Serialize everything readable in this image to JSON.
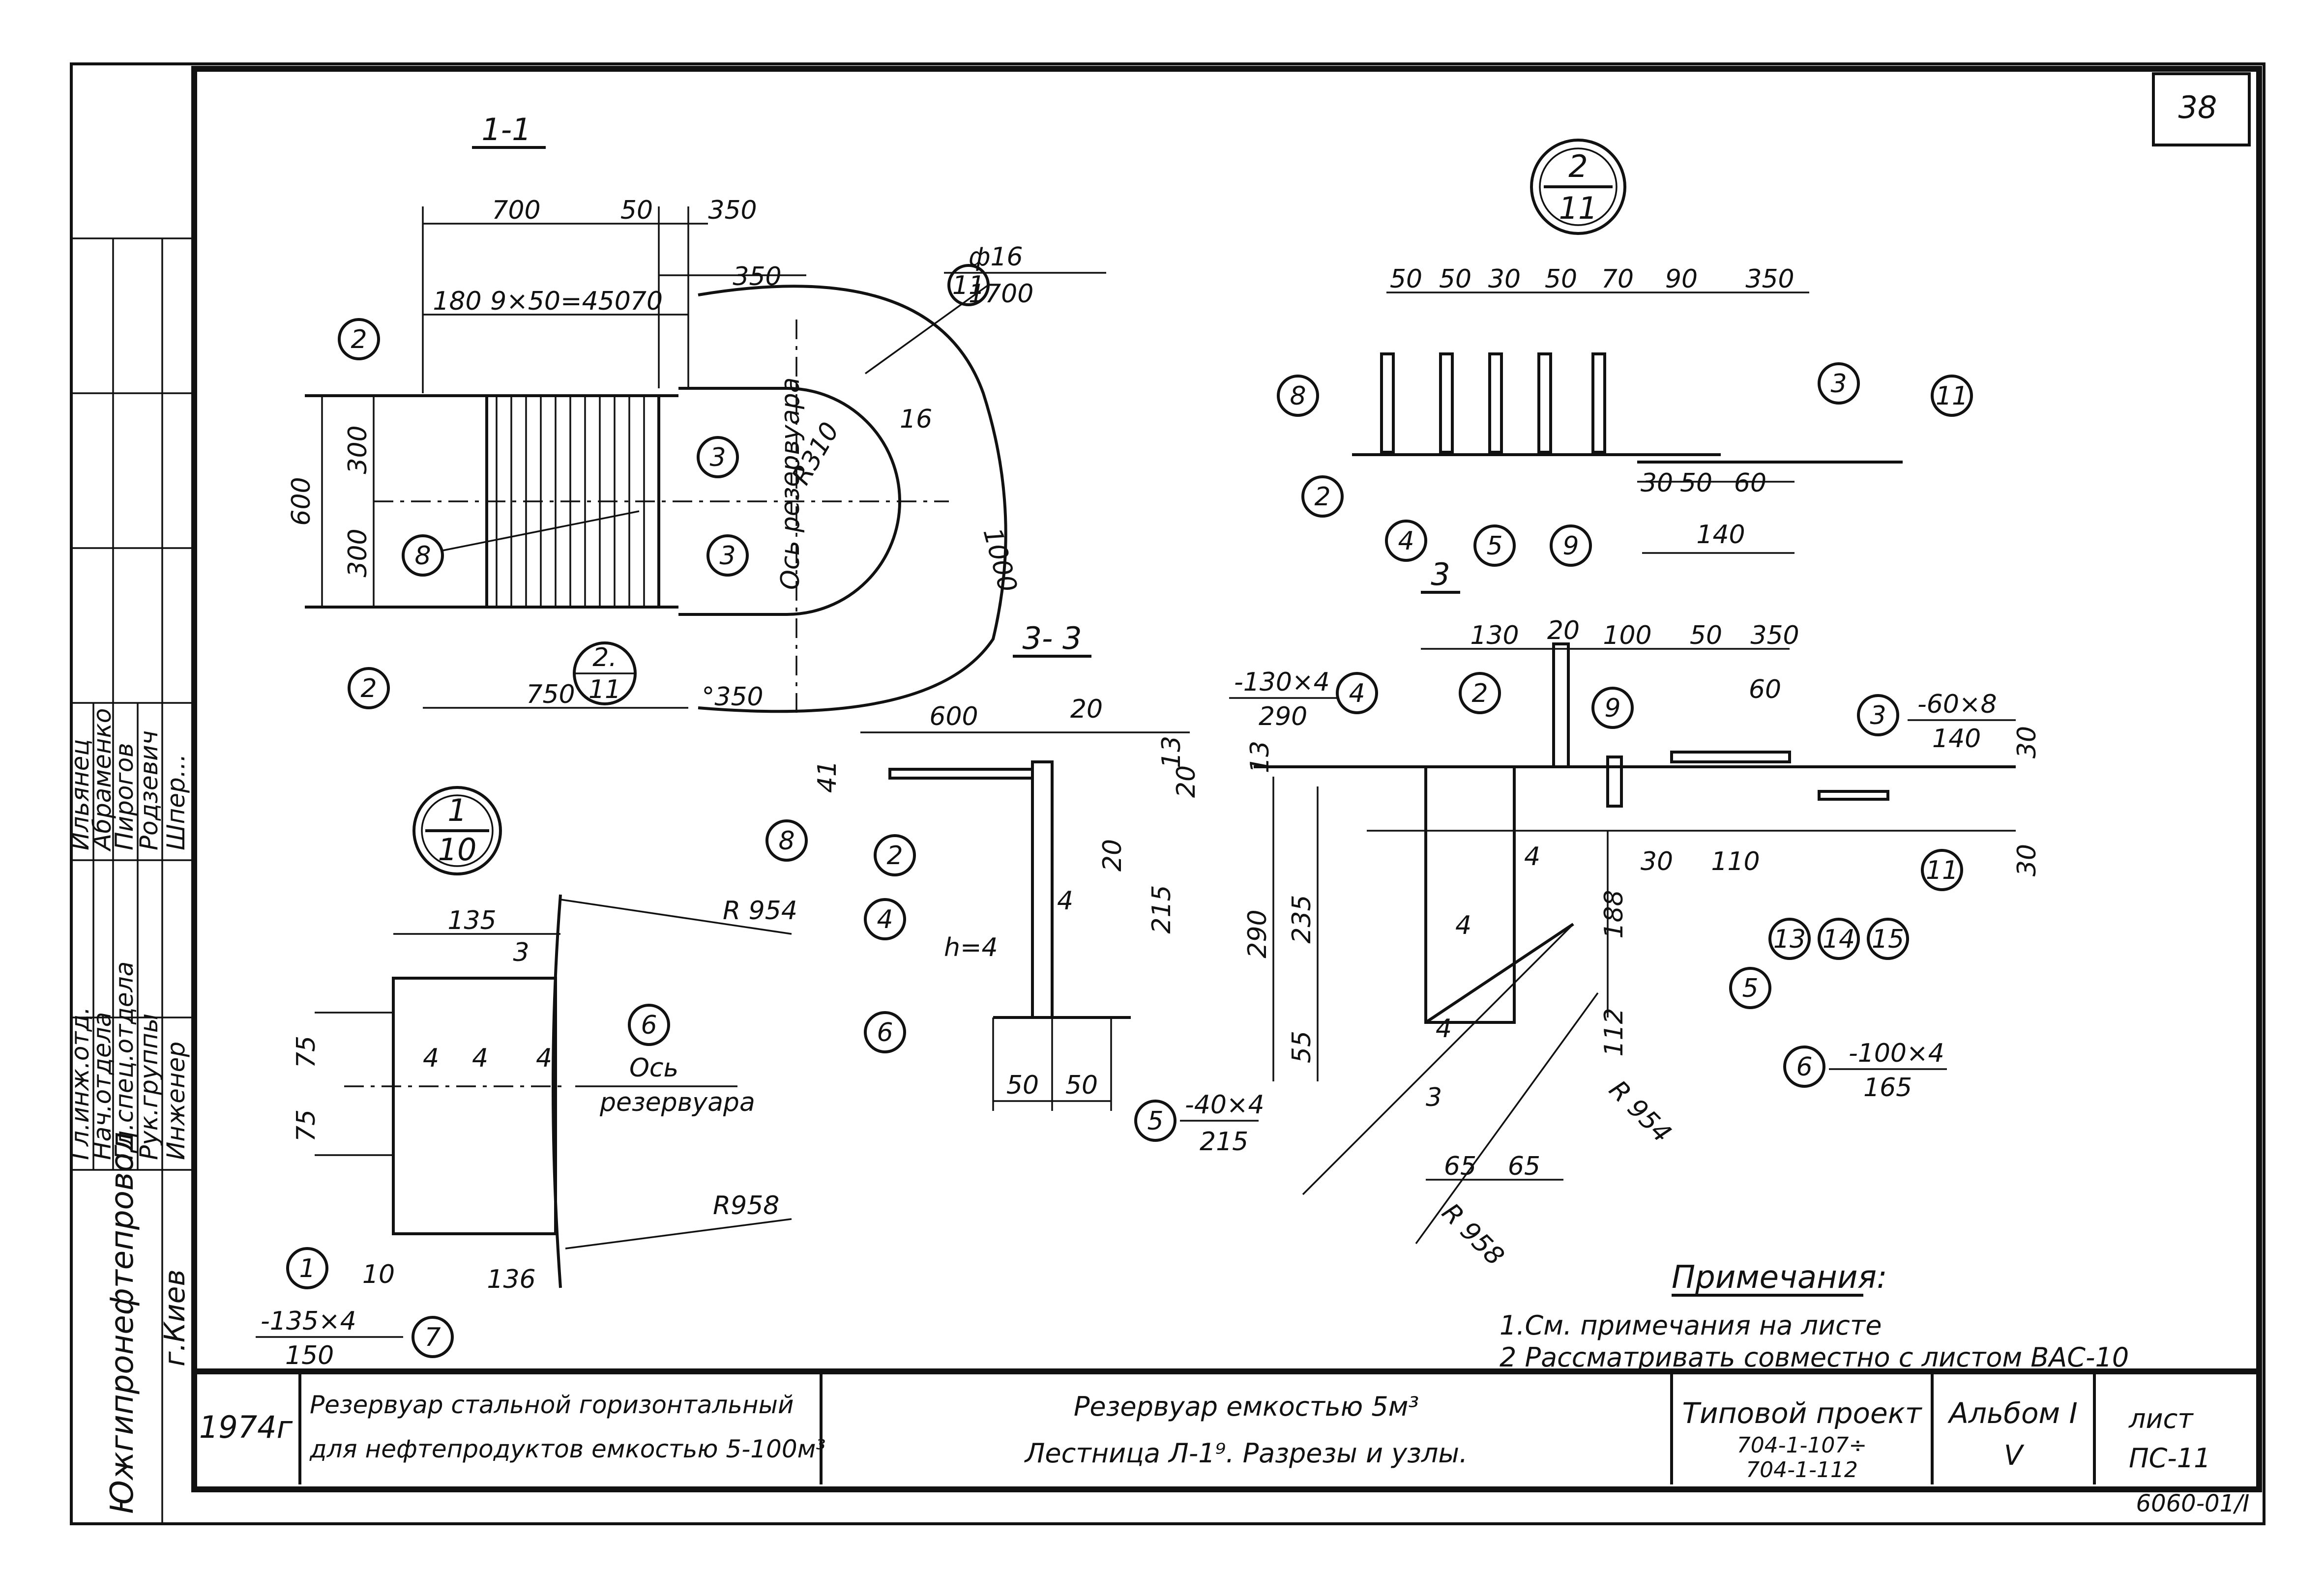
{
  "sheet_number": "38",
  "sections": {
    "s11": "1-1",
    "s33": "3- 3",
    "s3": "3",
    "s3b": "3"
  },
  "callouts": {
    "node_2_11": {
      "top": "2",
      "bottom": "11"
    },
    "node_1_10": {
      "top": "1",
      "bottom": "10"
    },
    "node_2_11_small": {
      "top": "2.",
      "bottom": "11"
    }
  },
  "view_11": {
    "dims": [
      "700",
      "50",
      "350",
      "180",
      "9×50=450",
      "70",
      "350",
      "600",
      "300",
      "300",
      "750",
      "°350",
      "R310",
      "16",
      "1000"
    ],
    "rod": {
      "top": "ф16",
      "bottom": "1700"
    },
    "axis": "Ось резервуара",
    "markers": [
      "2",
      "2",
      "3",
      "3",
      "8",
      "11"
    ]
  },
  "view_2_11": {
    "dims": [
      "50",
      "50",
      "30",
      "50",
      "70",
      "90",
      "350",
      "30",
      "50",
      "60",
      "140"
    ],
    "markers": [
      "8",
      "2",
      "4",
      "5",
      "9",
      "3",
      "11"
    ]
  },
  "view_1_10": {
    "dims": [
      "135",
      "3",
      "75",
      "75",
      "10",
      "136",
      "4",
      "4",
      "4"
    ],
    "radii": [
      "R 954",
      "R958"
    ],
    "axis": {
      "l1": "Ось",
      "l2": "резервуара"
    },
    "plate": {
      "top": "-135×4",
      "bottom": "150"
    },
    "markers": [
      "6",
      "1",
      "7"
    ]
  },
  "view_33": {
    "dims": [
      "600",
      "20",
      "13",
      "41",
      "20",
      "20",
      "215",
      "50",
      "50",
      "4"
    ],
    "weld": "h=4",
    "plate5": {
      "top": "-40×4",
      "bottom": "215"
    },
    "markers": [
      "8",
      "2",
      "4",
      "6",
      "5"
    ]
  },
  "view_3": {
    "dims": [
      "130",
      "20",
      "100",
      "50",
      "350",
      "60",
      "13",
      "290",
      "235",
      "55",
      "188",
      "112",
      "30",
      "110",
      "30",
      "30",
      "65",
      "65",
      "4",
      "4",
      "4"
    ],
    "radii": [
      "R 954",
      "R 958"
    ],
    "plate4": {
      "top": "-130×4",
      "bottom": "290"
    },
    "plate3": {
      "top": "-60×8",
      "bottom": "140"
    },
    "plate6": {
      "top": "-100×4",
      "bottom": "165"
    },
    "markers": [
      "4",
      "2",
      "9",
      "3",
      "5",
      "6",
      "11",
      "13",
      "14",
      "15"
    ]
  },
  "notes": {
    "title": "Примечания:",
    "items": [
      "1.См. примечания на листе",
      "2 Рассматривать совместно с листом ВАС-10"
    ]
  },
  "title_block": {
    "year": "1974г",
    "object_l1": "Резервуар стальной горизонтальный",
    "object_l2": "для нефтепродуктов емкостью 5-100м³",
    "sheet_title_l1": "Резервуар емкостью 5м³",
    "sheet_title_l2": "Лестница Л-1⁹. Разрезы и узлы.",
    "project_label": "Типовой проект",
    "project_numbers": {
      "l1": "704-1-107÷",
      "l2": "704-1-112"
    },
    "album_label": "Альбом I",
    "album_sub": "V",
    "sheet_label": "лист",
    "sheet_id": "ПС-11",
    "stamp": "6060-01/I",
    "org": "Южгипронефтепровод",
    "city": "г.Киев",
    "roles": [
      "Гл.инж.отд.",
      "Нач.отдела",
      "Гл.спец.отдела",
      "Рук.группы",
      "Инженер"
    ],
    "names": [
      "Ильянец",
      "Абраменко",
      "Пирогов",
      "Родзевич",
      "Шпер..."
    ]
  }
}
